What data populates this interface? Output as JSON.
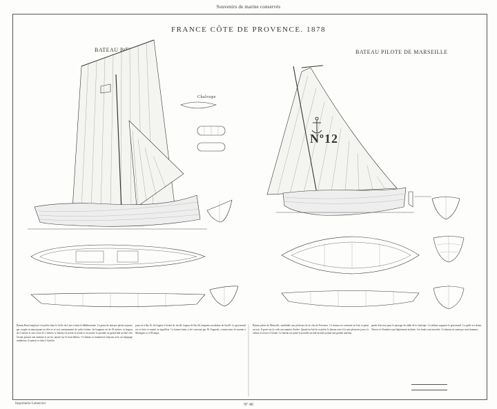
{
  "header": {
    "series": "Souvenirs de marine conservés"
  },
  "plate": {
    "title": "FRANCE  CÔTE DE PROVENCE. 1878",
    "left_boat": "BATEAU BŒUF",
    "right_boat": "BATEAU PILOTE DE MARSEILLE",
    "dinghy": "Chaloupe",
    "sail_number": "Nº12"
  },
  "text": {
    "col1": "Bateau Bœuf employé à la pêche dans le Golfe du Lion et dans la Méditerranée. Le genre de bateaux pêche toujours par couple en remorquant un filet et se sert constamment de voiles latines. Sa longueur est de 18 mètres, sa largeur de 5 mètres et son creux de 2 mètres; le bateau est ponté en avant et en arrière et possède un grand mât incliné vers l'avant portant une antenne et un foc amuré sur le bout-dehors. Ce bateau se manœuvre toujours avec un équipage nombreux; le patron se tient à l'arrière.",
    "col2": "pont est à 0m,16. Sa largeur à l'avant de 1m,40, largeur de 0m,36; longueur au tableau de 0m,40. Le gouvernail est en bois et monté en aiguillots. Ce bateau bœuf a été construit par M. Fagonde, constructeur de marine à Martigues et à l'Estaque.",
    "col3": "Bateau pilote de Marseille, semblable aux pêcheurs de la côte de Provence. Ce bateau est construit en bois et peint en noir. Il porte sur la voile son numéro d'ordre. Quand on fait la croisière, le bateau reste à la mer plusieurs jours, la cabine se trouve à l'avant. Ce bateau est ponté et possède un mât incliné portant une grande antenne.",
    "col4": "paraît d'un trou pour le passage du câble de la chaloupe. Le tableau supporte le gouvernail. La quille est droite, l'étrave et l'étambot sont légèrement inclinés. Les fonds sont arrondis. Ce bateau est armé par trois hommes."
  },
  "footer": {
    "left": "Imprimerie Lemercier",
    "page": "Nº 40"
  }
}
